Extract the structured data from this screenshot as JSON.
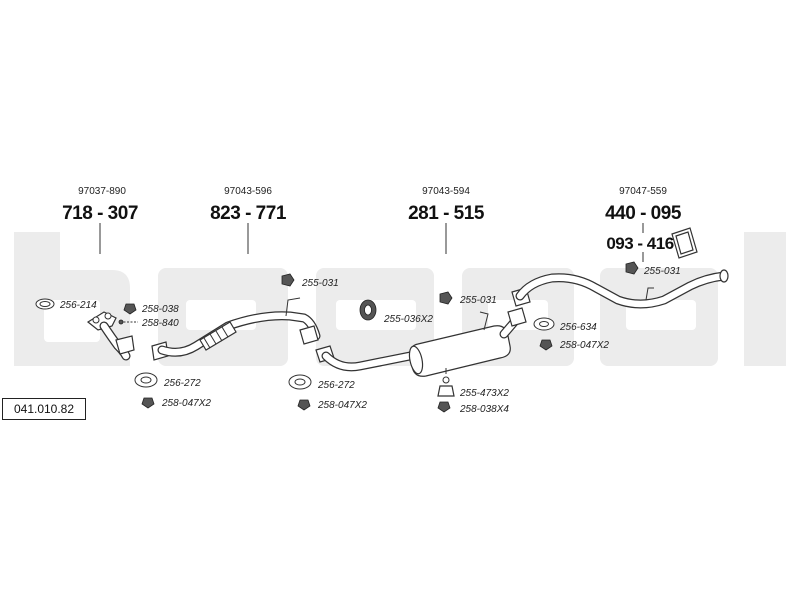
{
  "reference": "041.010.82",
  "watermark": "bosal",
  "components": [
    {
      "code": "97037-890",
      "number": "718 - 307"
    },
    {
      "code": "97043-596",
      "number": "823 - 771"
    },
    {
      "code": "97043-594",
      "number": "281 - 515"
    },
    {
      "code": "97047-559",
      "number": "440 - 095",
      "extra_number": "093 - 416"
    }
  ],
  "fittings": {
    "f_256_214": "256-214",
    "f_258_038": "258-038",
    "f_258_840": "258-840",
    "f_256_272_a": "256-272",
    "f_258_047x2_a": "258-047X2",
    "f_255_031_a": "255-031",
    "f_256_272_b": "256-272",
    "f_258_047x2_b": "258-047X2",
    "f_255_036x2": "255-036X2",
    "f_255_031_b": "255-031",
    "f_255_473x2": "255-473X2",
    "f_258_038x4": "258-038X4",
    "f_256_634": "256-634",
    "f_258_047x2_c": "258-047X2",
    "f_255_031_c": "255-031"
  }
}
